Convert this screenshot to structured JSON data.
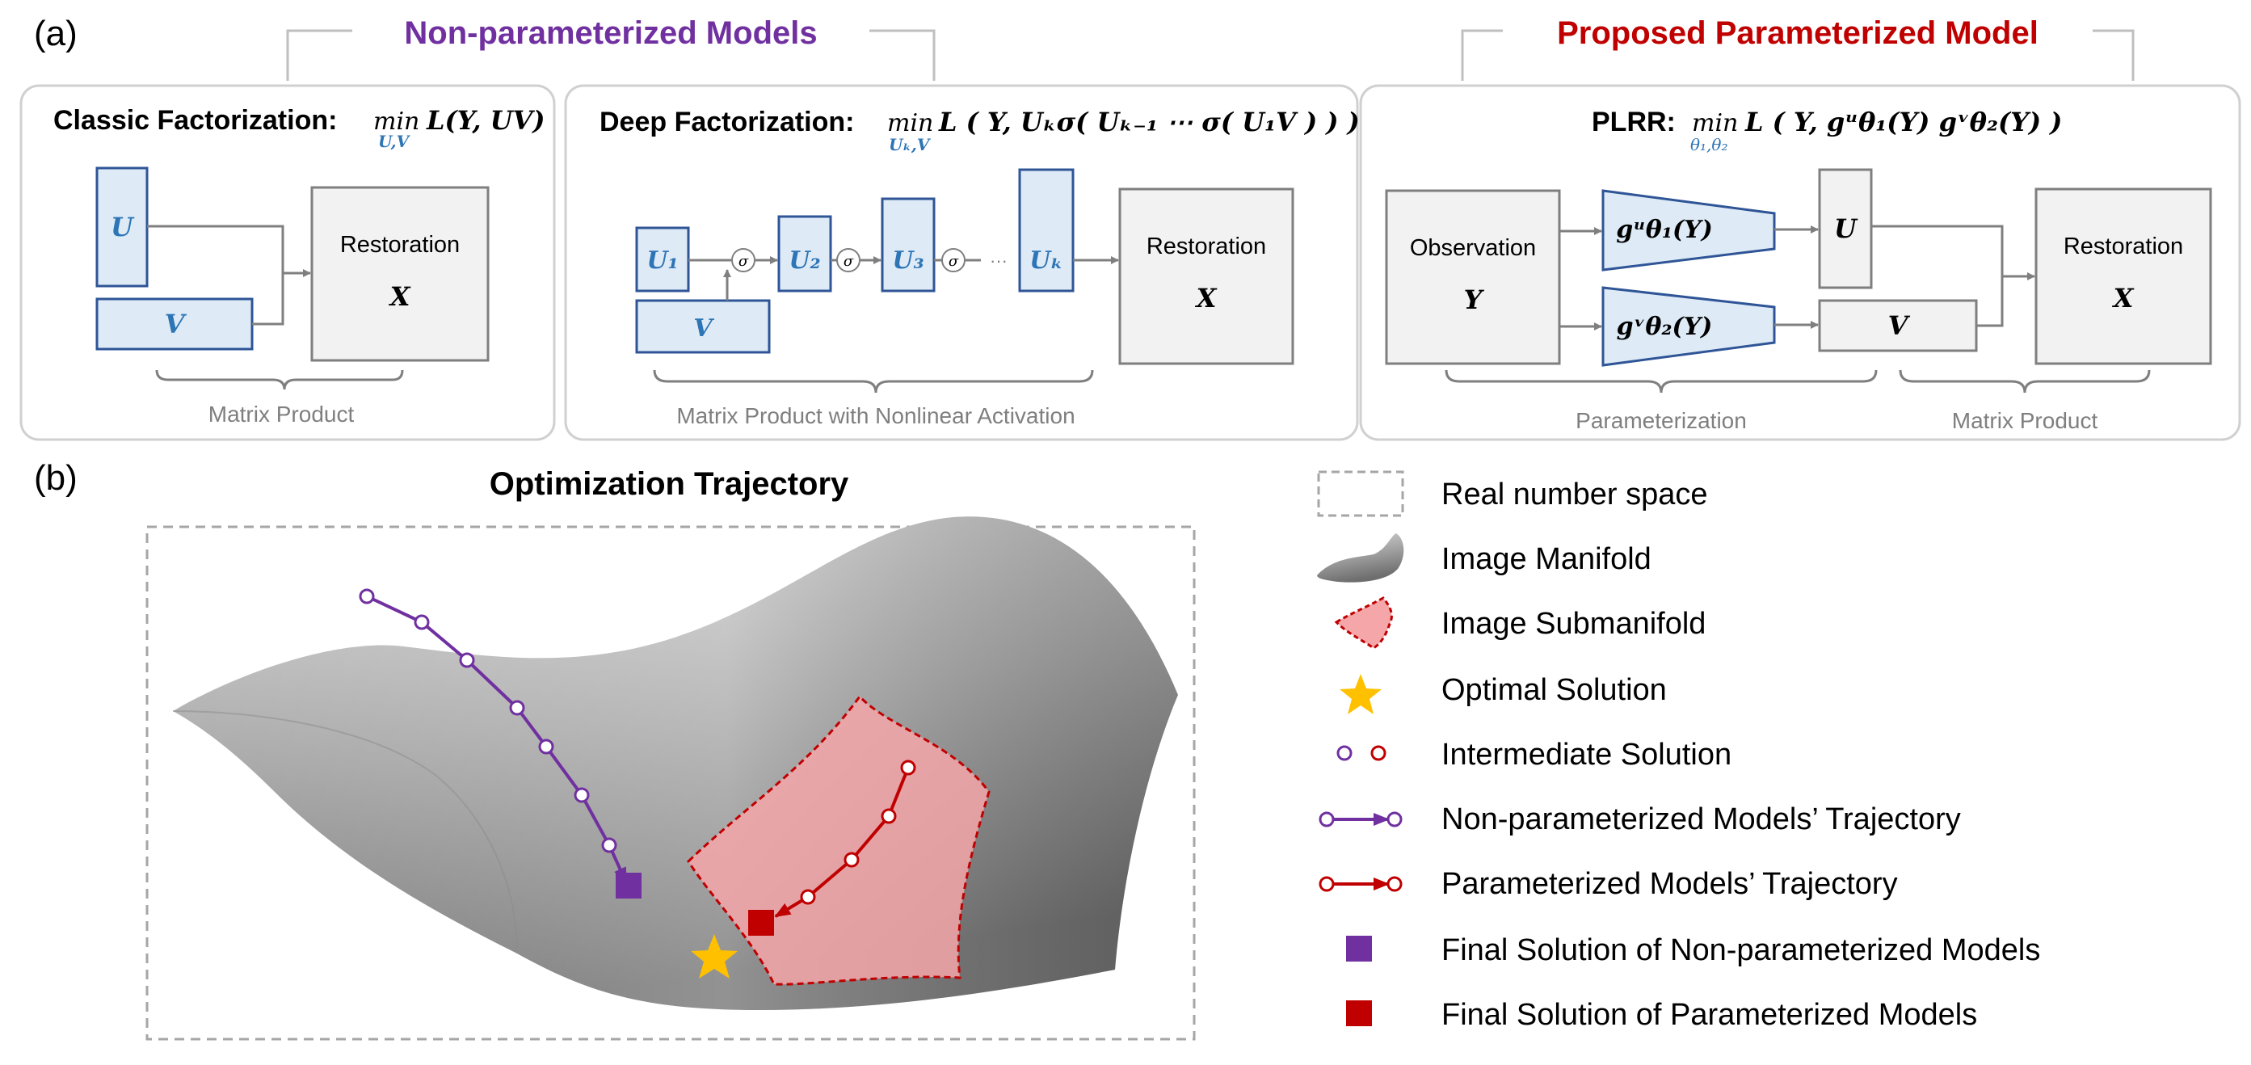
{
  "panel_a": {
    "label": "(a)",
    "nonparam_header": "Non-parameterized Models",
    "proposed_header": "Proposed Parameterized Model",
    "colors": {
      "purple": "#7030a0",
      "red": "#c00000",
      "blue": "#2e75b6",
      "box_fill": "#deebf7",
      "box_stroke": "#2f5597",
      "gray_fill": "#f2f2f2"
    },
    "classic": {
      "title": "Classic Factorization:",
      "formula_min": "min",
      "formula_sub": "U,V",
      "formula_body": "L(Y, UV)",
      "u": "U",
      "v": "V",
      "restoration": "Restoration",
      "x": "X",
      "caption": "Matrix Product"
    },
    "deep": {
      "title": "Deep Factorization:",
      "formula_min": "min",
      "formula_sub": "Uₖ,V",
      "formula_body": "L ( Y, Uₖσ( Uₖ₋₁ ⋯ σ( U₁V ) ) )",
      "u1": "U₁",
      "u2": "U₂",
      "u3": "U₃",
      "uk": "Uₖ",
      "v": "V",
      "sigma": "σ",
      "dots": "···",
      "restoration": "Restoration",
      "x": "X",
      "caption": "Matrix Product with Nonlinear Activation"
    },
    "plrr": {
      "title": "PLRR:",
      "formula_min": "min",
      "formula_sub": "θ₁,θ₂",
      "formula_body": "L ( Y, gᵘθ₁(Y) gᵛθ₂(Y) )",
      "observation": "Observation",
      "y": "Y",
      "gu": "gᵘθ₁(Y)",
      "gv": "gᵛθ₂(Y)",
      "u": "U",
      "v": "V",
      "restoration": "Restoration",
      "x": "X",
      "caption_left": "Parameterization",
      "caption_right": "Matrix Product"
    }
  },
  "panel_b": {
    "label": "(b)",
    "title": "Optimization Trajectory",
    "colors": {
      "purple": "#7030a0",
      "red": "#c00000",
      "star": "#ffc000",
      "submanifold": "#f4a6a9"
    },
    "legend": [
      {
        "icon": "dashed-box-icon",
        "label": "Real number space"
      },
      {
        "icon": "manifold-icon",
        "label": "Image Manifold"
      },
      {
        "icon": "submanifold-icon",
        "label": "Image Submanifold"
      },
      {
        "icon": "star-icon",
        "label": "Optimal Solution"
      },
      {
        "icon": "circles-icon",
        "label": "Intermediate Solution"
      },
      {
        "icon": "purple-arrow-icon",
        "label": "Non-parameterized Models’ Trajectory"
      },
      {
        "icon": "red-arrow-icon",
        "label": "Parameterized Models’ Trajectory"
      },
      {
        "icon": "purple-square-icon",
        "label": "Final Solution of Non-parameterized Models"
      },
      {
        "icon": "red-square-icon",
        "label": "Final Solution of Parameterized Models"
      }
    ]
  }
}
